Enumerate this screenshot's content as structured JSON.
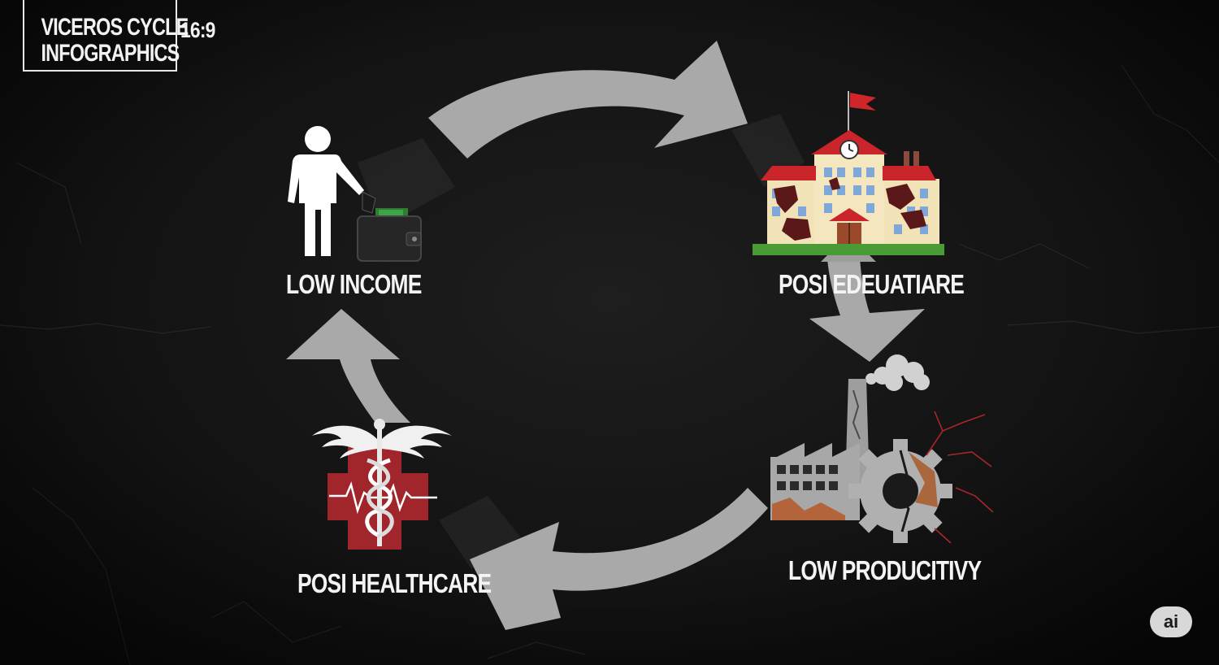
{
  "title": {
    "line1": "VICEROS CYCLE",
    "line2": "INFOGRAPHICS",
    "aspect": "16:9"
  },
  "stages": {
    "income": {
      "label": "LOW INCOME",
      "icon": "person-with-wallet-icon"
    },
    "education": {
      "label": "POSI EDEUATIARE",
      "icon": "damaged-school-icon"
    },
    "productivity": {
      "label": "LOW PRODUCITIVY",
      "icon": "broken-factory-gear-icon"
    },
    "healthcare": {
      "label": "POSI HEALTHCARE",
      "icon": "caduceus-medical-cross-icon"
    }
  },
  "badge": {
    "text": "ai"
  },
  "colors": {
    "background": "#151515",
    "arrow": "#a9a9a9",
    "accent_red": "#b0262b",
    "text": "#f4f4f4"
  }
}
